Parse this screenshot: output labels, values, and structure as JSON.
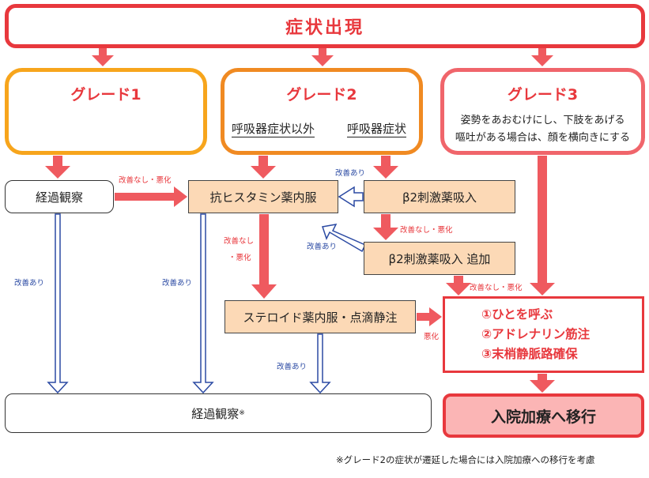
{
  "top": {
    "title": "症状出現"
  },
  "grade1": {
    "title": "グレード1"
  },
  "grade2": {
    "title": "グレード2",
    "sub_left": "呼吸器症状以外",
    "sub_right": "呼吸器症状"
  },
  "grade3": {
    "title": "グレード3",
    "line1": "姿勢をあおむけにし、下肢をあげる",
    "line2": "嘔吐がある場合は、顔を横向きにする"
  },
  "boxes": {
    "observe1": "経過観察",
    "antihistamine": "抗ヒスタミン薬内服",
    "beta2": "β2刺激薬吸入",
    "beta2_add": "β2刺激薬吸入 追加",
    "steroid": "ステロイド薬内服・点滴静注",
    "actions": [
      "①ひとを呼ぶ",
      "②アドレナリン筋注",
      "③末梢静脈路確保"
    ],
    "observe2": "経過観察",
    "observe2_mark": "※",
    "admission": "入院加療へ移行"
  },
  "labels": {
    "worse1": "改善なし・悪化",
    "improve_b2": "改善あり",
    "worse_b2": "改善なし・悪化",
    "improve_b2add": "改善あり",
    "worse_ah_1": "改善なし",
    "worse_ah_2": "・悪化",
    "improve_left": "改善あり",
    "improve_mid": "改善あり",
    "improve_steroid": "改善あり",
    "worse_b2add": "改善なし・悪化",
    "worse_steroid": "悪化"
  },
  "footnote": "※グレード2の症状が遷延した場合には入院加療への移行を考慮",
  "colors": {
    "red": "#e8383d",
    "arrow_red": "#ef5a5f",
    "arrow_blue": "#2b4aa3",
    "orange_fill": "#fcd9b6",
    "grade1": "#f7a51c",
    "grade2": "#f08a22",
    "grade3": "#f0656b"
  }
}
